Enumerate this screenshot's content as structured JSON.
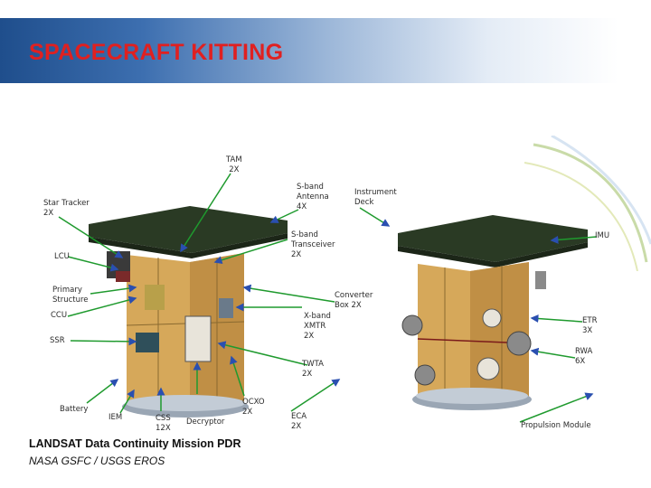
{
  "header": {
    "title": "SPACECRAFT KITTING"
  },
  "labels": {
    "tam": {
      "name": "TAM",
      "qty": "2X"
    },
    "s_band_antenna": {
      "l1": "S-band",
      "l2": "Antenna",
      "qty": "4X"
    },
    "instrument_deck": {
      "l1": "Instrument",
      "l2": "Deck"
    },
    "star_tracker": {
      "name": "Star Tracker",
      "qty": "2X"
    },
    "s_band_transceiver": {
      "l1": "S-band",
      "l2": "Transceiver",
      "qty": "2X"
    },
    "imu": {
      "name": "IMU"
    },
    "lcu": {
      "name": "LCU"
    },
    "primary_structure": {
      "l1": "Primary",
      "l2": "Structure"
    },
    "converter_box": {
      "l1": "Converter",
      "l2": "Box 2X"
    },
    "ccu": {
      "name": "CCU"
    },
    "x_band_xmtr": {
      "l1": "X-band",
      "l2": "XMTR",
      "qty": "2X"
    },
    "etr": {
      "name": "ETR",
      "qty": "3X"
    },
    "ssr": {
      "name": "SSR"
    },
    "rwa": {
      "name": "RWA",
      "qty": "6X"
    },
    "twta": {
      "name": "TWTA",
      "qty": "2X"
    },
    "ocxo": {
      "name": "OCXO",
      "qty": "2X"
    },
    "battery": {
      "name": "Battery"
    },
    "iem": {
      "name": "IEM"
    },
    "css": {
      "name": "CSS",
      "qty": "12X"
    },
    "decryptor": {
      "name": "Decryptor"
    },
    "eca": {
      "name": "ECA",
      "qty": "2X"
    },
    "propulsion_module": {
      "name": "Propulsion Module"
    }
  },
  "footer": {
    "line1": "LANDSAT Data Continuity Mission PDR",
    "line2": "NASA GSFC / USGS EROS"
  },
  "colors": {
    "title": "#e02020",
    "leader_line": "#1f9a2e",
    "leader_arrow": "#2a4fb0",
    "deck": "#2a3a24",
    "body": "#d6a85a"
  }
}
